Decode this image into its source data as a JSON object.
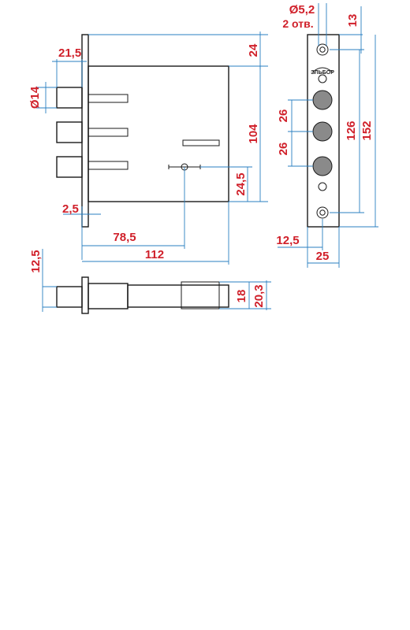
{
  "dimensions": {
    "bolt_length": "21,5",
    "bolt_diameter": "Ø14",
    "top_offset": "24",
    "bolt_span": "104",
    "handle_offset": "24,5",
    "faceplate_thickness": "2,5",
    "backset": "78,5",
    "case_width": "112",
    "hole_diameter": "Ø5,2",
    "hole_count": "2 отв.",
    "hole_top": "13",
    "bolt_pitch_1": "26",
    "bolt_pitch_2": "26",
    "hole_pitch": "126",
    "faceplate_height": "152",
    "faceplate_edge": "12,5",
    "faceplate_width": "25",
    "bolt_projection": "12,5",
    "case_depth": "18",
    "total_depth": "20,3"
  },
  "logo": {
    "text": "ЭЛЬБОР"
  },
  "colors": {
    "dimension_text": "#d0202a",
    "dimension_line": "#2a7fc1",
    "outline": "#1a1a1a",
    "bolt_fill": "#8a8a8a"
  }
}
